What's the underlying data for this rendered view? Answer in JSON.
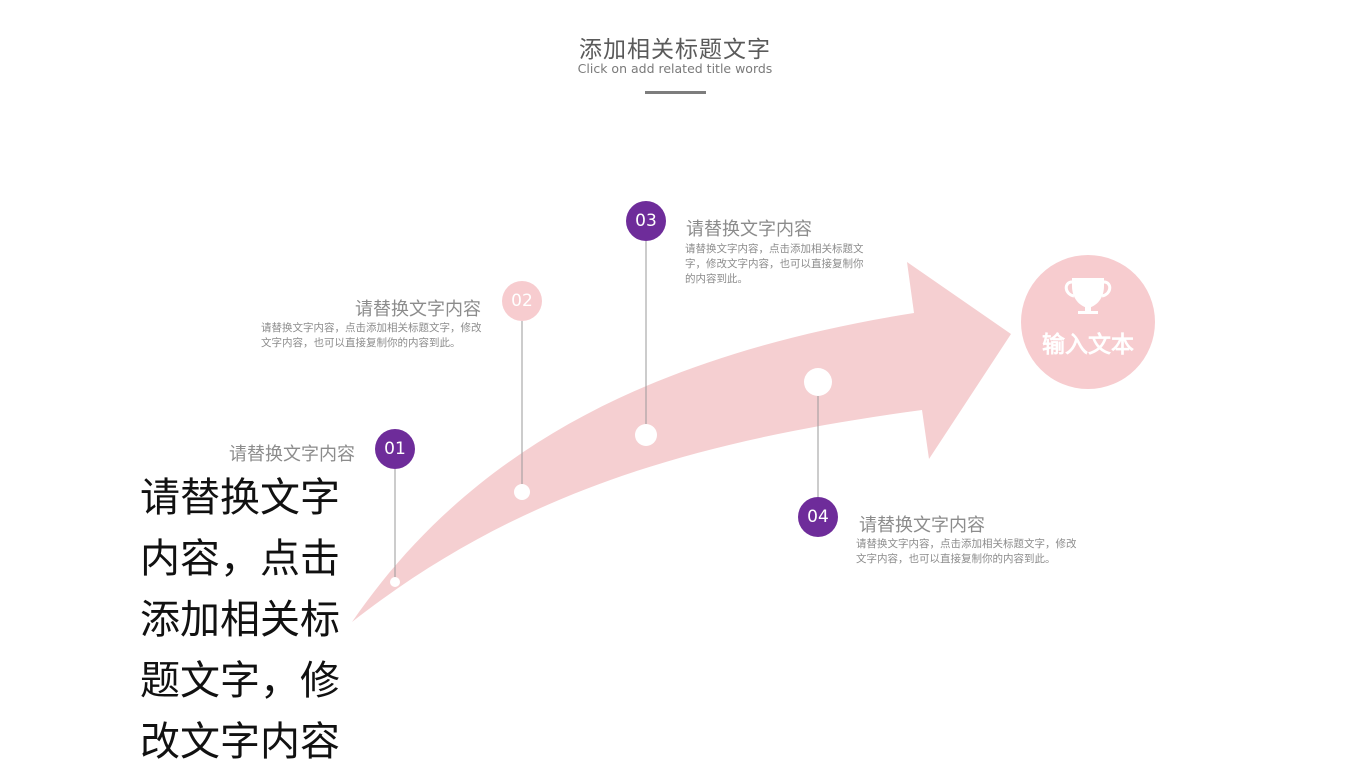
{
  "header": {
    "title": "添加相关标题文字",
    "subtitle": "Click on add related title words"
  },
  "colors": {
    "arrow": "#f5cfd1",
    "badge_purple": "#6e2c9a",
    "badge_pink": "#f7cccf",
    "target_circle": "#f7cccf",
    "connector": "#9a9a9a",
    "text_gray": "#8c8c8c"
  },
  "steps": [
    {
      "number": "01",
      "title": "请替换文字内容",
      "description": ""
    },
    {
      "number": "02",
      "title": "请替换文字内容",
      "description": "请替换文字内容，点击添加相关标题文字，修改文字内容，也可以直接复制你的内容到此。"
    },
    {
      "number": "03",
      "title": "请替换文字内容",
      "description": "请替换文字内容，点击添加相关标题文字，修改文字内容，也可以直接复制你的内容到此。"
    },
    {
      "number": "04",
      "title": "请替换文字内容",
      "description": "请替换文字内容，点击添加相关标题文字，修改文字内容，也可以直接复制你的内容到此。"
    }
  ],
  "body_text": "请替换文字内容，点击添加相关标题文字，修改文字内容",
  "target": {
    "icon": "trophy-icon",
    "label": "输入文本"
  }
}
